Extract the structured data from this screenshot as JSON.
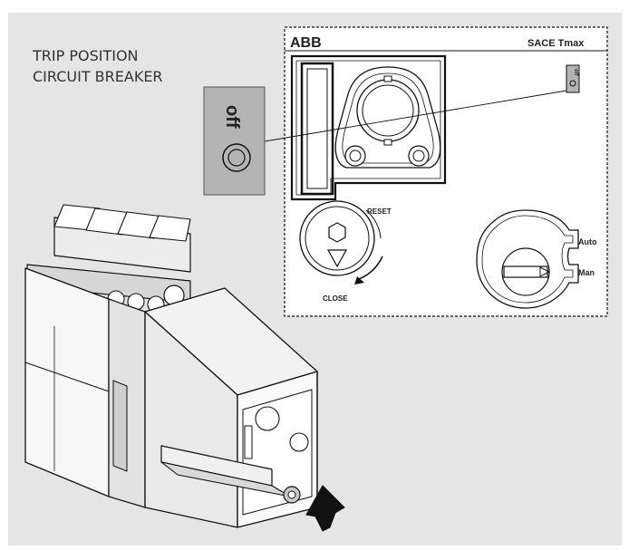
{
  "caption": {
    "line1": "TRIP POSITION",
    "line2": "CIRCUIT BREAKER"
  },
  "panel": {
    "brand": "ABB",
    "product": "SACE Tmax"
  },
  "callout": {
    "indicator": "off"
  },
  "reset_control": {
    "reset_label": "RESET",
    "close_label": "CLOSE"
  },
  "mode_selector": {
    "auto_label": "Auto",
    "man_label": "Man"
  },
  "colors": {
    "background": "#e5e5e5",
    "callout_fill": "#b4b4b4",
    "panel_fill": "#ffffff",
    "line": "#111111",
    "caption_text": "#333333"
  }
}
